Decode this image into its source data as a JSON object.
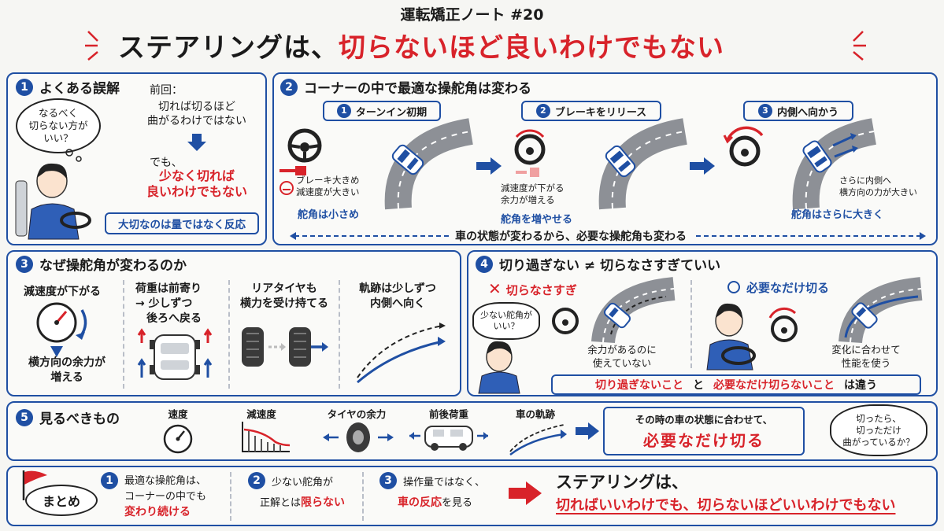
{
  "header": {
    "subtitle": "運転矯正ノート #20",
    "title_black": "ステアリングは、",
    "title_red": "切らないほど良いわけでもない"
  },
  "s1": {
    "num": "1",
    "title": "よくある誤解",
    "bubble": "なるべく\n切らない方が\nいい？",
    "prev_label": "前回：",
    "prev_text": "切れば切るほど\n曲がるわけではない",
    "but": "でも、",
    "red_text": "少なく切れば\n良いわけでもない",
    "box": "大切なのは量ではなく反応"
  },
  "s2": {
    "num": "2",
    "title": "コーナーの中で最適な操舵角は変わる",
    "phases": [
      {
        "num": "1",
        "label": "ターンイン初期"
      },
      {
        "num": "2",
        "label": "ブレーキをリリース"
      },
      {
        "num": "3",
        "label": "内側へ向かう"
      }
    ],
    "p1_note": "ブレーキ大きめ\n減速度が大きい",
    "p1_angle": "舵角は小さめ",
    "p2_note": "減速度が下がる\n余力が増える",
    "p2_angle": "舵角を増やせる",
    "p3_note": "さらに内側へ\n横方向の力が大きい",
    "p3_angle": "舵角はさらに大きく",
    "bottom": "車の状態が変わるから、必要な操舵角も変わる"
  },
  "s3": {
    "num": "3",
    "title": "なぜ操舵角が変わるのか",
    "col1_top": "減速度が下がる",
    "col1_bottom": "横方向の余力が\n増える",
    "col2": "荷重は前寄り\n→ 少しずつ\n　後ろへ戻る",
    "col3": "リアタイヤも\n横力を受け持てる",
    "col4": "軌跡は少しずつ\n内側へ向く"
  },
  "s4": {
    "num": "4",
    "title": "切り過ぎない ≠ 切らなさすぎていい",
    "left_head": "切らなさすぎ",
    "left_bubble": "少ない舵角が\nいい？",
    "left_note": "余力があるのに\n使えていない",
    "right_head": "必要なだけ切る",
    "right_note": "変化に合わせて\n性能を使う",
    "box_red1": "切り過ぎないこと",
    "box_and": "と",
    "box_red2": "必要なだけ切らないこと",
    "box_end": "は違う"
  },
  "s5": {
    "num": "5",
    "title": "見るべきもの",
    "items": [
      "速度",
      "減速度",
      "タイヤの余力",
      "前後荷重",
      "車の軌跡"
    ],
    "box_line1": "その時の車の状態に合わせて、",
    "box_line2": "必要なだけ切る",
    "bubble": "切ったら、\n切っただけ\n曲がっているか？"
  },
  "summary": {
    "label": "まとめ",
    "p1_num": "1",
    "p1_line1": "最適な操舵角は、",
    "p1_line2": "コーナーの中でも",
    "p1_red": "変わり続ける",
    "p2_num": "2",
    "p2_line1": "少ない舵角が",
    "p2_pre": "正解とは",
    "p2_red": "限らない",
    "p3_num": "3",
    "p3_line1": "操作量ではなく、",
    "p3_red": "車の反応",
    "p3_post": "を見る",
    "final_line1": "ステアリングは、",
    "final_line2": "切ればいいわけでも、切らないほどいいわけでもない"
  },
  "colors": {
    "accent": "#1f4fa3",
    "red": "#d8232a",
    "bg": "#f6f6f3"
  }
}
